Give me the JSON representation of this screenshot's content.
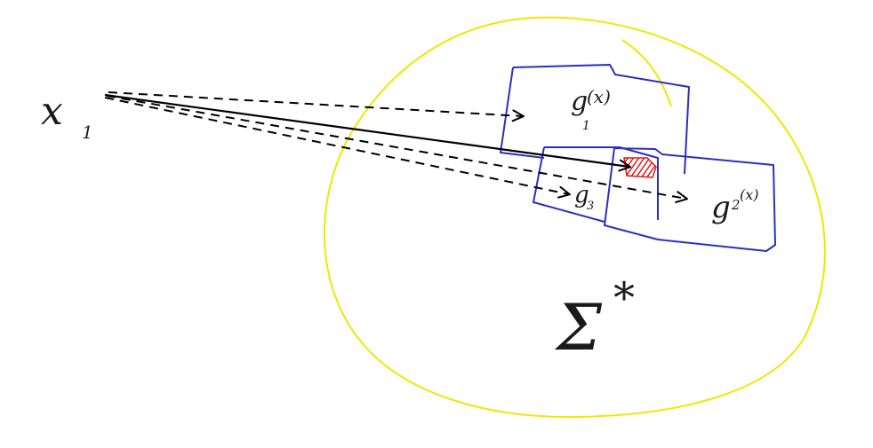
{
  "labels": {
    "x_base": "x",
    "x_sub": "1",
    "g1_base": "g",
    "g1_sub": "1",
    "g1_arg": "(x)",
    "g2_base": "g",
    "g2_sub": "2",
    "g2_arg": "(x)",
    "g3_base": "g",
    "g3_sub": "3",
    "sigma": "Σ",
    "star": "*"
  },
  "colors": {
    "region": "#f2e600",
    "boxes": "#2b2fc0",
    "arrows": "#000000",
    "intersection": "#e01818"
  }
}
